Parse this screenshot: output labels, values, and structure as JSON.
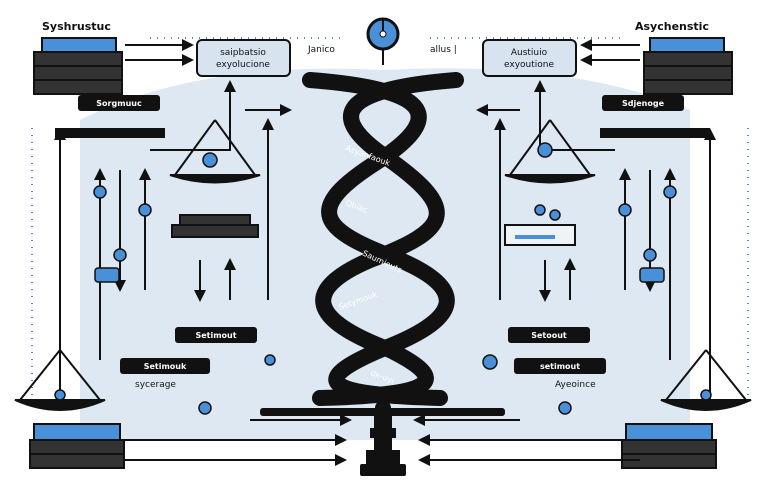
{
  "titles": {
    "left": "Syshrustuc",
    "right": "Asychenstic"
  },
  "top_boxes": {
    "left": [
      "saipbatsio",
      "exyolucione"
    ],
    "right": [
      "Austiuio",
      "exyoutione"
    ]
  },
  "top_notes": {
    "left": "Janico",
    "right": "allus |"
  },
  "tags": {
    "left_top": "Sorgmuuc",
    "right_top": "Sdjenoge",
    "left_mid": "Setimout",
    "right_mid": "Setoout",
    "left_low": "Setimouk",
    "right_low": "setimout"
  },
  "captions": {
    "left": "sycerage",
    "right": "Ayeoince"
  },
  "helix_labels": [
    "Asyanfaouk",
    "Qbiac",
    "Saumieuts",
    "Setymouk",
    "dk-uyi"
  ],
  "colors": {
    "accent": "#4a90d9",
    "dark": "#111111",
    "background": "#dde8f2"
  }
}
